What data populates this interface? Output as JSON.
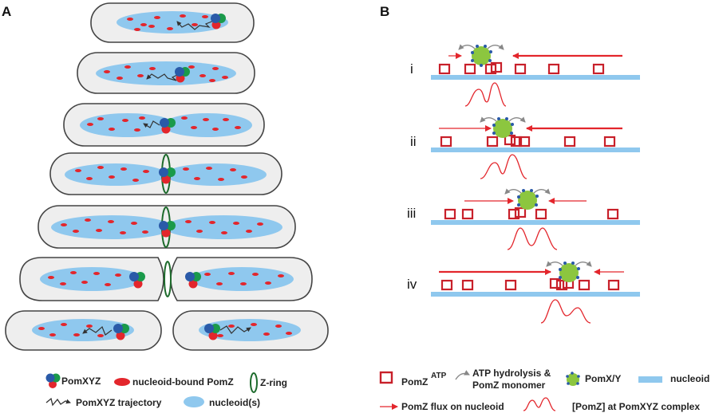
{
  "panel_a": {
    "label": "A"
  },
  "panel_b": {
    "label": "B",
    "rows": [
      {
        "numeral": "i"
      },
      {
        "numeral": "ii"
      },
      {
        "numeral": "iii"
      },
      {
        "numeral": "iv"
      }
    ]
  },
  "legend_a": {
    "pomxyz": "PomXYZ",
    "nucleoid_bound": "nucleoid-bound PomZ",
    "z_ring": "Z-ring",
    "trajectory": "PomXYZ trajectory",
    "nucleoids": "nucleoid(s)"
  },
  "legend_b": {
    "pomz": "PomZ",
    "pomz_sup": "ATP",
    "atp_line1": "ATP hydrolysis &",
    "atp_line2": "PomZ monomer",
    "pomxy": "PomX/Y",
    "nucleoid": "nucleoid",
    "flux": "PomZ flux on nucleoid",
    "conc": "[PomZ] at PomXYZ complex"
  },
  "colors": {
    "cell_fill": "#eeeeee",
    "cell_stroke": "#444444",
    "nucleoid": "#8fc8ee",
    "pomz_red": "#e3262c",
    "pomx_blue": "#2a5aa8",
    "pomy_green": "#1a9a4a",
    "pomxy_green": "#8cc63f",
    "z_ring": "#1d6b2c",
    "gray_arrow": "#888888"
  }
}
